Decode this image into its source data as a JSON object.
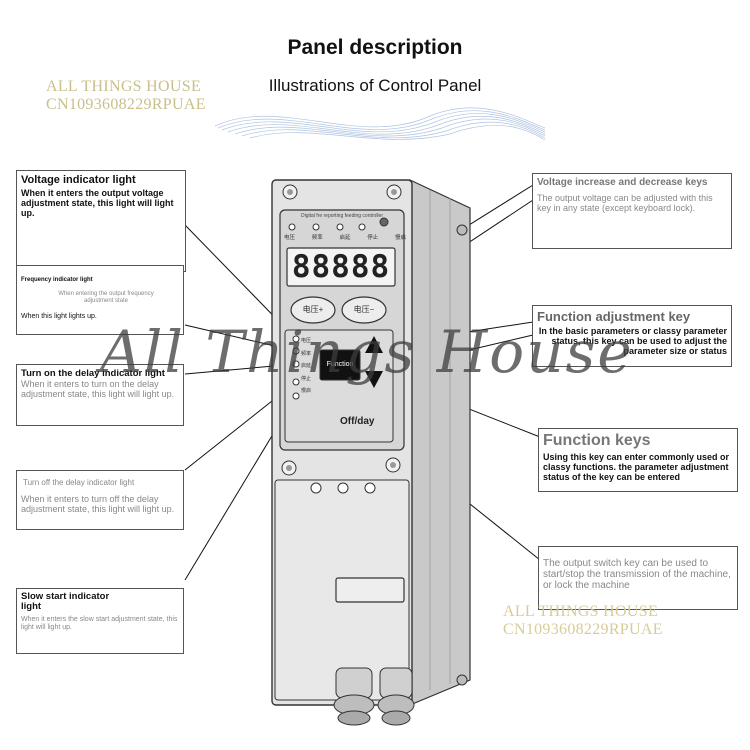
{
  "header": {
    "title": "Panel description",
    "subtitle": "Illustrations of Control Panel"
  },
  "watermark": {
    "top_line1": "ALL THINGS HOUSE",
    "top_line2": "CN1093608229RPUAE",
    "center": "All Things House",
    "bottom_line1": "ALL THINGS HOUSE",
    "bottom_line2": "CN1093608229RPUAE"
  },
  "device": {
    "header_text": "Digital fre reporting feeding controller",
    "indicator_labels": [
      "电压",
      "频率",
      "启延",
      "停止",
      "慢启"
    ],
    "display": "88888",
    "voltage_up_label": "电压+",
    "voltage_down_label": "电压−",
    "side_labels": [
      "电压",
      "频率",
      "启延",
      "停止",
      "慢启"
    ],
    "function_label": "Function",
    "offday_label": "Off/day"
  },
  "callouts": {
    "voltage_indicator": {
      "title": "Voltage indicator light",
      "body": "When it enters the output voltage adjustment state, this light will light up."
    },
    "frequency_indicator": {
      "title": "Frequency indicator light",
      "body1": "When entering the output frequency adjustment state",
      "body2": "When this light lights up."
    },
    "delay_on": {
      "title": "Turn on the delay indicator light",
      "body": "When it enters to turn on the delay adjustment state, this light will light up."
    },
    "delay_off": {
      "title": "Turn off the delay indicator light",
      "body": "When it enters to turn off the delay adjustment state, this light will light up."
    },
    "slow_start": {
      "title": "Slow start indicator light",
      "body": "When it enters the slow start adjustment state, this light will light up."
    },
    "voltage_keys": {
      "title": "Voltage increase and decrease keys",
      "body": "The output voltage can be adjusted with this key in any state (except keyboard lock)."
    },
    "function_adjust": {
      "title": "Function adjustment key",
      "body": "In the basic parameters or classy parameter status, this key can be used to adjust the parameter size or status"
    },
    "function_keys": {
      "title": "Function keys",
      "body": "Using this key can enter commonly used or classy functions. the parameter adjustment status of the key can be entered"
    },
    "output_switch": {
      "body": "The output switch key can be used to start/stop the transmission of the machine, or lock the machine"
    }
  },
  "colors": {
    "device_body": "#e4e4e4",
    "device_panel": "#d6d6d6",
    "display_bg": "#f4f4f4",
    "watermark_gold": "#c9bf8a",
    "wave_blue": "#6f93c9"
  }
}
